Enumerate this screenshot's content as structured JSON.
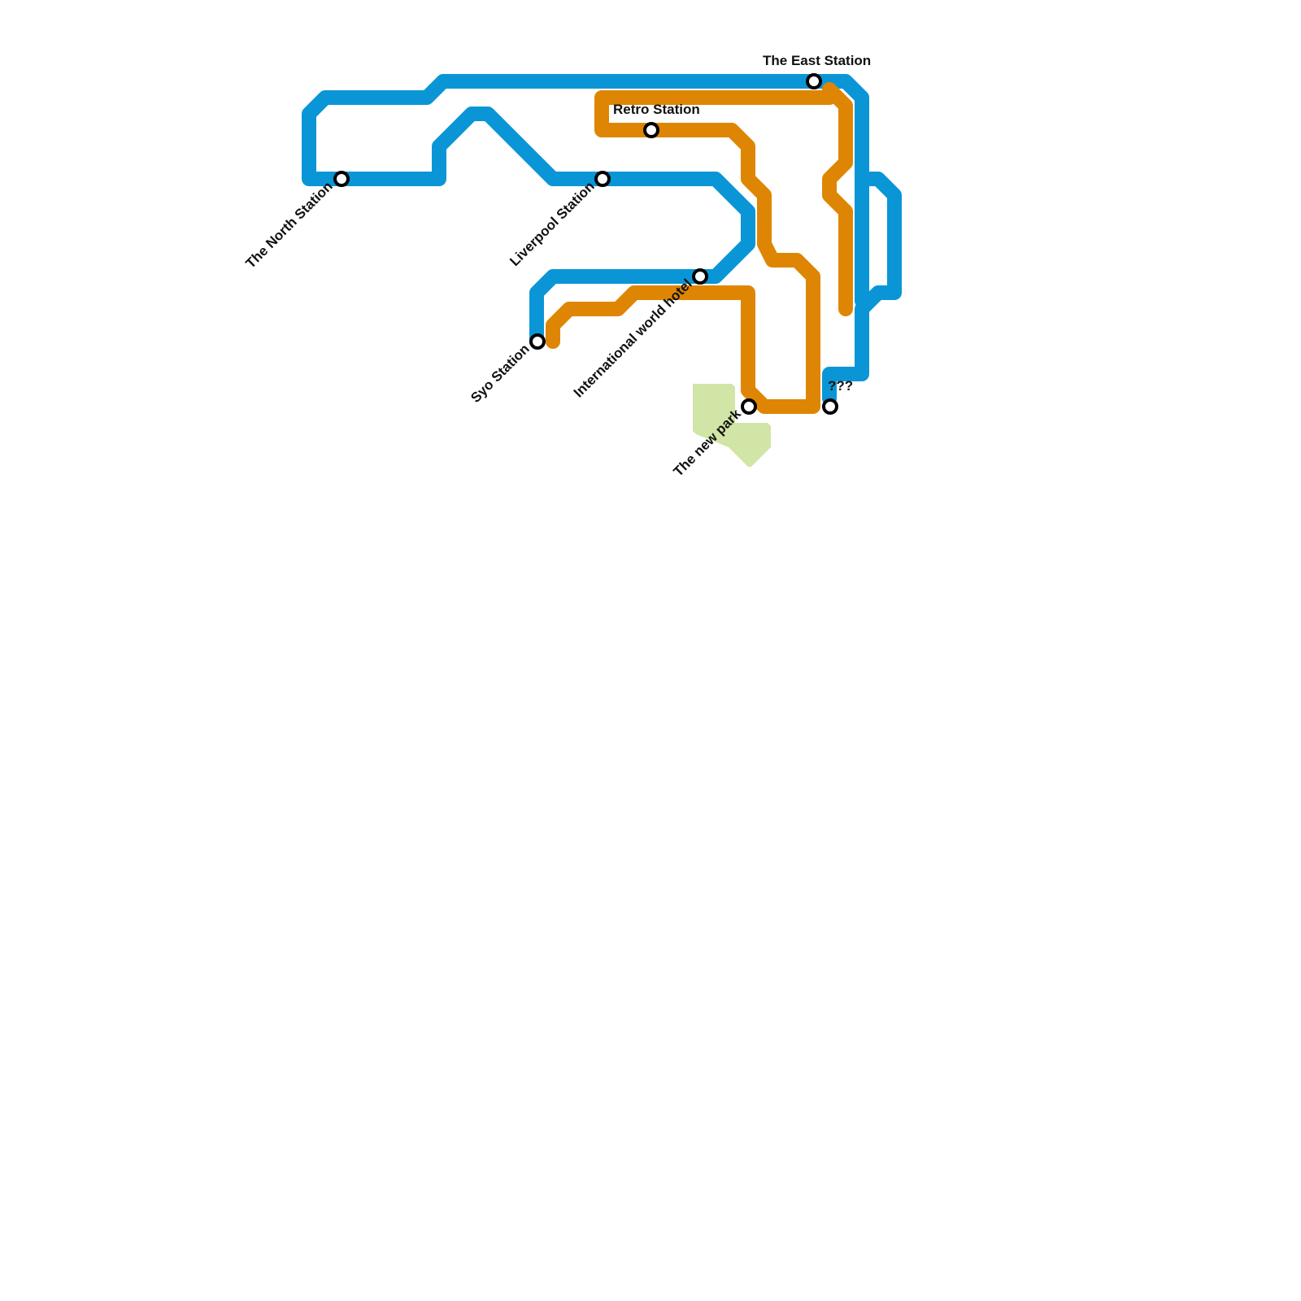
{
  "map": {
    "colors": {
      "blue_line": "#0A96D6",
      "orange_line": "#DE8603",
      "park": "#D1E5A7",
      "station_fill": "#FFFFFF",
      "station_stroke": "#000000"
    },
    "stations": [
      {
        "id": "north",
        "name": "The North Station"
      },
      {
        "id": "liverpool",
        "name": "Liverpool Station"
      },
      {
        "id": "retro",
        "name": "Retro Station"
      },
      {
        "id": "east",
        "name": "The East Station"
      },
      {
        "id": "intl",
        "name": "International world hotel"
      },
      {
        "id": "syo",
        "name": "Syo Station"
      },
      {
        "id": "newpark",
        "name": "The new park"
      },
      {
        "id": "unknown",
        "name": "???"
      }
    ]
  }
}
